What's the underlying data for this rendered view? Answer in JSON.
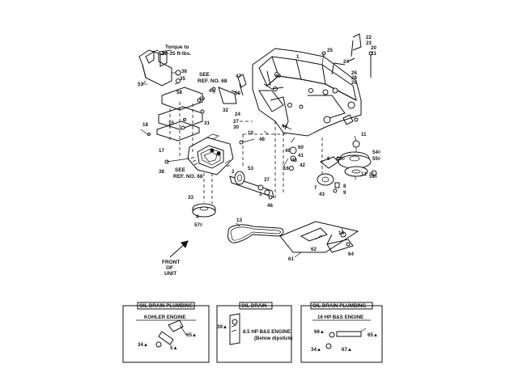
{
  "callouts": {
    "torque_line1": "Torque to",
    "torque_line2": "30-35 ft-lbs.",
    "see_ref_1a": "SEE",
    "see_ref_1b": "REF. NO. 68",
    "see_ref_2a": "SEE",
    "see_ref_2b": "REF. NO. 68",
    "front_of_unit_1": "FRONT",
    "front_of_unit_2": "OF",
    "front_of_unit_3": "UNIT"
  },
  "part_numbers": {
    "p52": "52",
    "p36": "36",
    "p35": "35",
    "p58": "58",
    "p51": "51",
    "p45": "45",
    "p47": "47",
    "p49": "49",
    "p32": "32",
    "p50": "50",
    "p1": "1",
    "p25": "25",
    "p22": "22",
    "p23": "23",
    "p20": "20",
    "p21": "21",
    "p24": "24",
    "p26": "26",
    "p28": "28",
    "p29": "29",
    "p19": "19",
    "p15": "15",
    "p18": "18",
    "p31": "31",
    "p17": "17",
    "p27": "27",
    "p30": "30",
    "p24b": "24",
    "p10": "10",
    "p48": "48",
    "p44": "44",
    "p60": "60",
    "p41": "41",
    "p40": "40",
    "p43": "43",
    "p42": "42",
    "p16": "16",
    "p11": "11",
    "p54": "54◊",
    "p55": "55◊",
    "p56": "56◊",
    "p12": "12",
    "p59": "59◊",
    "p6": "6",
    "p8": "8",
    "p7": "7",
    "p9": "9",
    "p43b": "43",
    "p38": "38",
    "p2": "2",
    "p53": "53",
    "p37": "37",
    "p46": "46",
    "p3": "3",
    "p33": "33",
    "p4": "4",
    "p57": "57◊",
    "p13": "13",
    "p14": "14",
    "p62": "62",
    "p64": "64",
    "p61": "61"
  },
  "insets": [
    {
      "title": "OIL DRAIN PLUMBING",
      "engine": "KOHLER ENGINE",
      "parts": {
        "a": "65▲",
        "b": "34▲",
        "c": "5▲"
      }
    },
    {
      "title": "OIL DRAIN",
      "engine": "8.5 HP B&S ENGINE",
      "note": "(Below dipstick)",
      "parts": {
        "a": "39▲"
      }
    },
    {
      "title": "OIL DRAIN PLUMBING",
      "engine": "16 HP B&S ENGINE",
      "parts": {
        "a": "66▲",
        "b": "65▲",
        "c": "34▲",
        "d": "67▲"
      }
    }
  ]
}
